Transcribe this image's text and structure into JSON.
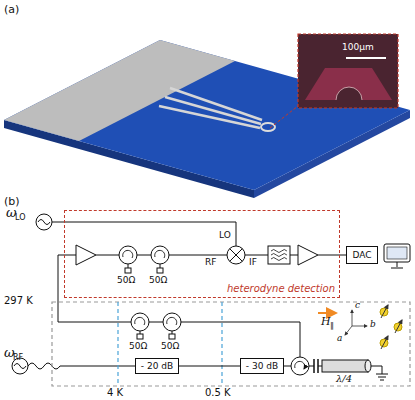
{
  "diagram": {
    "nodes": [
      {
        "text": [
          "heterodyne detection"
        ]
      },
      {
        "text": [
          "DAC"
        ]
      },
      {
        "text": [
          "- 20 dB"
        ]
      },
      {
        "text": [
          "- 30 dB"
        ]
      }
    ],
    "edges": [
      {
        "from": 0,
        "to": 1,
        "arrow": "none"
      },
      {
        "from": 2,
        "to": 3,
        "arrow": "none"
      }
    ],
    "labels": [
      "(a)",
      "100μm",
      "(b)",
      "ω",
      "LO",
      "LO",
      "RF",
      "IF",
      "50Ω",
      "50Ω",
      "297 K",
      "50Ω",
      "50Ω",
      "ω",
      "RF",
      "H",
      "∥",
      "c",
      "b",
      "a",
      "λ/4",
      "4 K",
      "0.5 K"
    ]
  }
}
